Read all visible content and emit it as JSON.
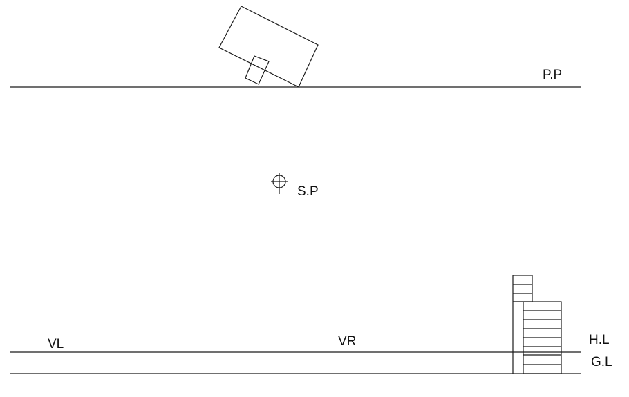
{
  "labels": {
    "picture_plane": "P.P",
    "station_point": "S.P",
    "vanishing_left": "VL",
    "vanishing_right": "VR",
    "horizon_line": "H.L",
    "ground_line": "G.L"
  },
  "colors": {
    "line": "#1a1a1a",
    "background": "#ffffff"
  }
}
